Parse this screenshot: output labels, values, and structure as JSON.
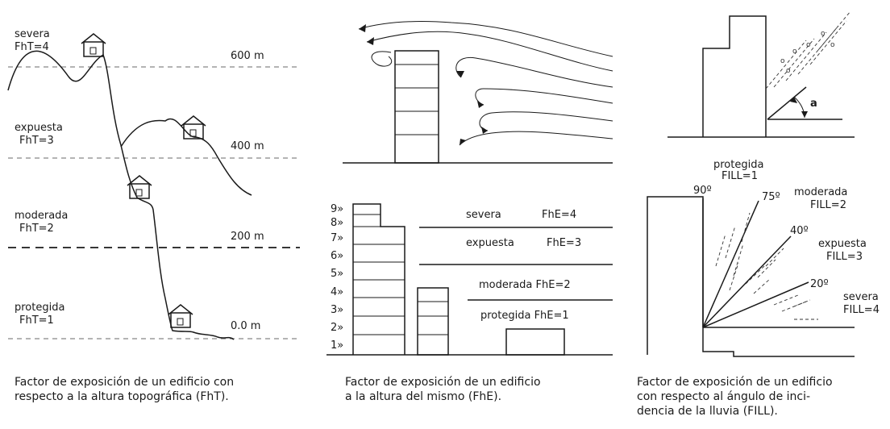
{
  "panel_topo": {
    "labels": {
      "severa": "severa",
      "severa_f": "FhT=4",
      "expuesta": "expuesta",
      "expuesta_f": "FhT=3",
      "moderada": "moderada",
      "moderada_f": "FhT=2",
      "protegida": "protegida",
      "protegida_f": "FhT=1"
    },
    "altitudes": [
      "600 m",
      "400 m",
      "200 m",
      "0.0 m"
    ],
    "caption": [
      "Factor de exposición de un edificio con",
      "respecto a la altura topográfica (FhT)."
    ]
  },
  "panel_height": {
    "floor_labels": [
      "1»",
      "2»",
      "3»",
      "4»",
      "5»",
      "6»",
      "7»",
      "8»",
      "9»"
    ],
    "zones": [
      "severa",
      "FhE=4",
      "expuesta",
      "FhE=3",
      "moderada FhE=2",
      "protegida FhE=1"
    ],
    "caption": [
      "Factor de exposición de un edificio",
      "a la altura del mismo (FhE)."
    ]
  },
  "panel_rain": {
    "angle_label": "a",
    "top_label": [
      "protegida",
      "FILL=1"
    ],
    "angles": [
      "90º",
      "75º",
      "40º",
      "20º"
    ],
    "zones": [
      "moderada",
      "FILL=2",
      "expuesta",
      "FILL=3",
      "severa",
      "FILL=4"
    ],
    "caption": [
      "Factor de exposición de un edificio",
      "con respecto al ángulo de inci-",
      "dencia de la lluvia (FILL)."
    ]
  }
}
